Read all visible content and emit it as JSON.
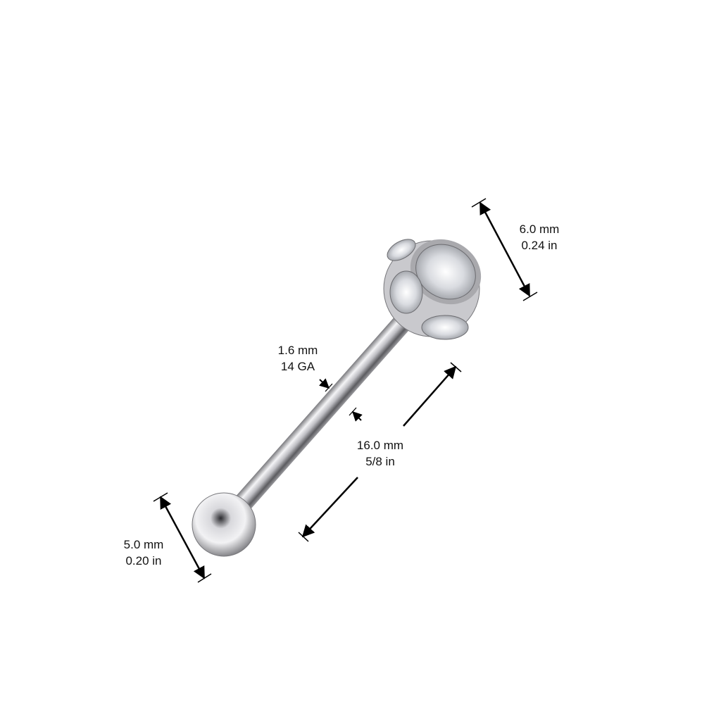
{
  "dimensions": {
    "top_ball": {
      "metric": "6.0 mm",
      "imperial": "0.24 in"
    },
    "gauge": {
      "metric": "1.6 mm",
      "imperial": "14 GA"
    },
    "length": {
      "metric": "16.0 mm",
      "imperial": "5/8 in"
    },
    "bottom_ball": {
      "metric": "5.0 mm",
      "imperial": "0.20 in"
    }
  },
  "colors": {
    "line": "#000000",
    "metal": "#c8c8cc",
    "background": "#ffffff"
  }
}
